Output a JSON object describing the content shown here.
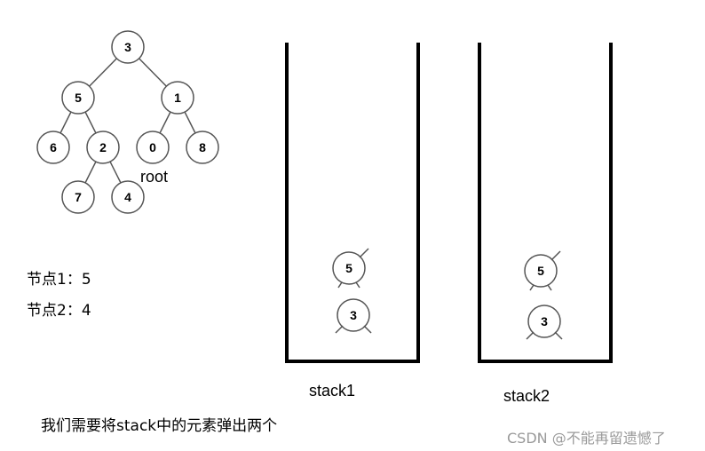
{
  "tree": {
    "nodes": [
      {
        "id": "n3",
        "value": "3"
      },
      {
        "id": "n5",
        "value": "5"
      },
      {
        "id": "n1",
        "value": "1"
      },
      {
        "id": "n6",
        "value": "6"
      },
      {
        "id": "n2",
        "value": "2"
      },
      {
        "id": "n0",
        "value": "0"
      },
      {
        "id": "n8",
        "value": "8"
      },
      {
        "id": "n7",
        "value": "7"
      },
      {
        "id": "n4",
        "value": "4"
      }
    ],
    "edges": [
      [
        "n3",
        "n5"
      ],
      [
        "n3",
        "n1"
      ],
      [
        "n5",
        "n6"
      ],
      [
        "n5",
        "n2"
      ],
      [
        "n1",
        "n0"
      ],
      [
        "n1",
        "n8"
      ],
      [
        "n2",
        "n7"
      ],
      [
        "n2",
        "n4"
      ]
    ],
    "root_label": "root"
  },
  "info": {
    "node1": "节点1：5",
    "node2": "节点2：4"
  },
  "stacks": [
    {
      "label": "stack1",
      "items": [
        "5",
        "3"
      ]
    },
    {
      "label": "stack2",
      "items": [
        "5",
        "3"
      ]
    }
  ],
  "caption": "我们需要将stack中的元素弹出两个",
  "watermark": "CSDN @不能再留遗憾了"
}
